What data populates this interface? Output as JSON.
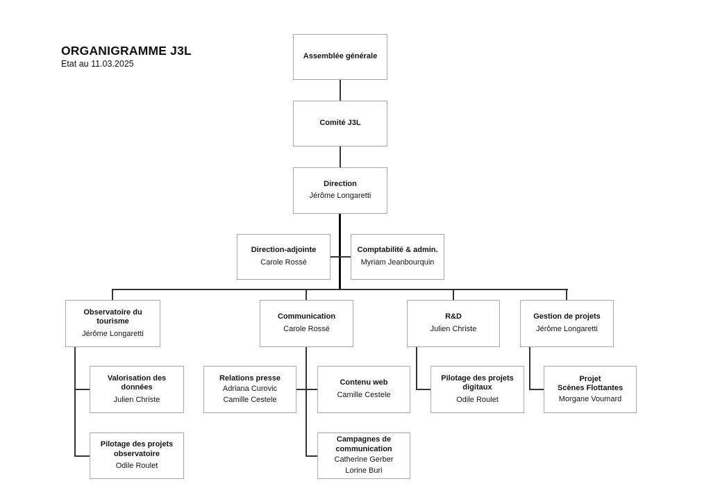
{
  "header": {
    "title": "ORGANIGRAMME J3L",
    "subtitle": "Etat au 11.03.2025"
  },
  "colors": {
    "background": "#ffffff",
    "box_border": "#a6a6a6",
    "connector_line": "#333333",
    "trunk_line": "#0b0b0b",
    "text": "#141414"
  },
  "nodes": {
    "assemblee": {
      "title": "Assemblée générale",
      "persons": []
    },
    "comite": {
      "title": "Comité J3L",
      "persons": []
    },
    "direction": {
      "title": "Direction",
      "persons": [
        "Jérôme Longaretti"
      ]
    },
    "direction_adjointe": {
      "title": "Direction-adjointe",
      "persons": [
        "Carole Rossé"
      ]
    },
    "comptabilite": {
      "title": "Comptabilité & admin.",
      "persons": [
        "Myriam Jeanbourquin"
      ]
    },
    "observatoire": {
      "title": "Observatoire du tourisme",
      "persons": [
        "Jérôme Longaretti"
      ]
    },
    "communication": {
      "title": "Communication",
      "persons": [
        "Carole Rossé"
      ]
    },
    "rd": {
      "title": "R&D",
      "persons": [
        "Julien Christe"
      ]
    },
    "gestion": {
      "title": "Gestion de projets",
      "persons": [
        "Jérôme Longaretti"
      ]
    },
    "valorisation": {
      "title": "Valorisation des données",
      "persons": [
        "Julien Christe"
      ]
    },
    "relations_presse": {
      "title": "Relations presse",
      "persons": [
        "Adriana Curovic",
        "Camille Cestele"
      ]
    },
    "contenu_web": {
      "title": "Contenu web",
      "persons": [
        "Camille Cestele"
      ]
    },
    "pilotage_observatoire": {
      "title": "Pilotage des projets observatoire",
      "persons": [
        "Odile Roulet"
      ]
    },
    "campagnes": {
      "title": "Campagnes de communication",
      "persons": [
        "Catherine Gerber",
        "Lorine Buri"
      ]
    },
    "pilotage_digitaux": {
      "title": "Pilotage des projets digitaux",
      "persons": [
        "Odile Roulet"
      ]
    },
    "projet_scenes": {
      "title_line1": "Projet",
      "title_line2": "Scènes Flottantes",
      "persons": [
        "Morgane Voumard"
      ]
    }
  }
}
